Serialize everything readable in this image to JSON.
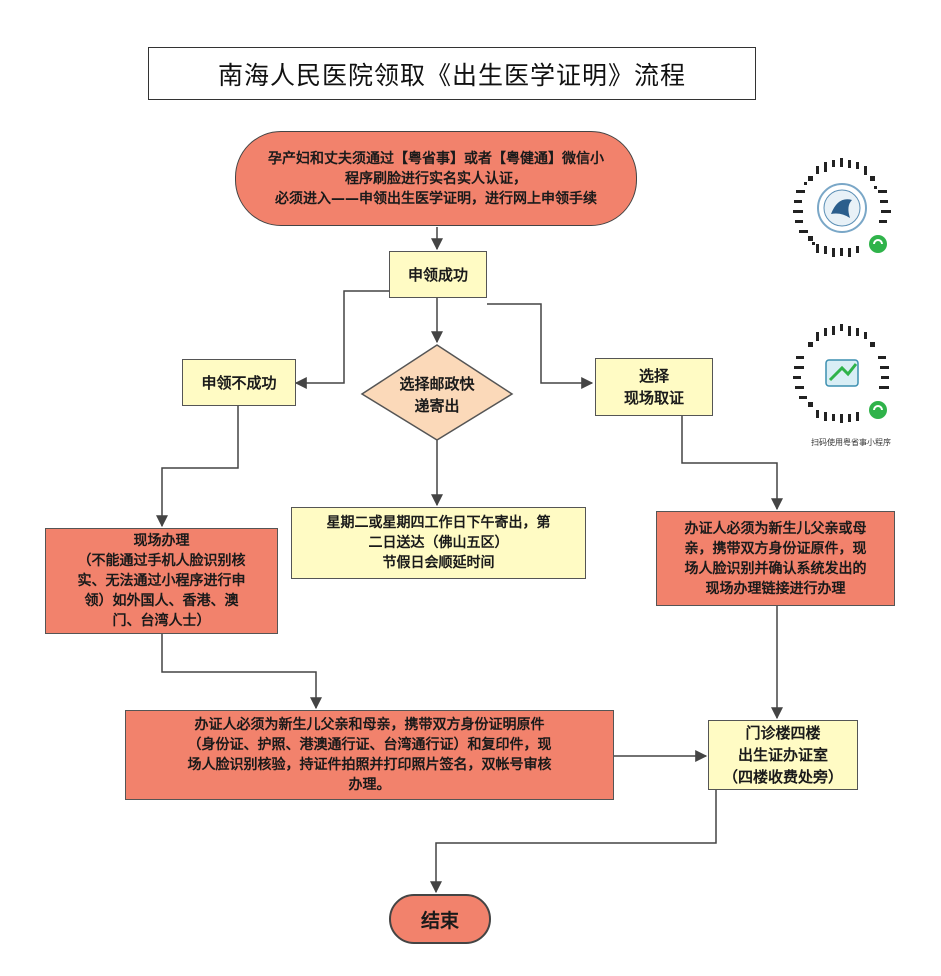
{
  "title": "南海人民医院领取《出生医学证明》流程",
  "nodes": {
    "start": [
      "孕产妇和丈夫须通过【粤省事】或者【粤健通】微信小",
      "程序刷脸进行实名实人认证，",
      "必须进入——申领出生医学证明，进行网上申领手续"
    ],
    "success": "申领成功",
    "fail": "申领不成功",
    "postal_decision": [
      "选择邮政快",
      "递寄出"
    ],
    "onsite_choice": [
      "选择",
      "现场取证"
    ],
    "postal_delivery": [
      "星期二或星期四工作日下午寄出，第",
      "二日送达（佛山五区）",
      "节假日会顺延时间"
    ],
    "onsite_special": [
      "现场办理",
      "（不能通过手机人脸识别核",
      "实、无法通过小程序进行申",
      "领）如外国人、香港、澳",
      "门、台湾人士）"
    ],
    "agent_parent": [
      "办证人必须为新生儿父亲或母",
      "亲，携带双方身份证原件，现",
      "场人脸识别并确认系统发出的",
      "现场办理链接进行办理"
    ],
    "agent_both": [
      "办证人必须为新生儿父亲和母亲，携带双方身份证明原件",
      "（身份证、护照、港澳通行证、台湾通行证）和复印件，现",
      "场人脸识别核验，持证件拍照并打印照片签名，双帐号审核",
      "办理。"
    ],
    "office": [
      "门诊楼四楼",
      "出生证办证室",
      "（四楼收费处旁）"
    ],
    "end": "结束"
  },
  "qr_caption": "扫码使用粤省事小程序",
  "colors": {
    "salmon": "#f2826c",
    "yellow": "#fffbc4",
    "diamond": "#fbd9b9",
    "line": "#444444",
    "qr_badge": "#2fb34a"
  }
}
